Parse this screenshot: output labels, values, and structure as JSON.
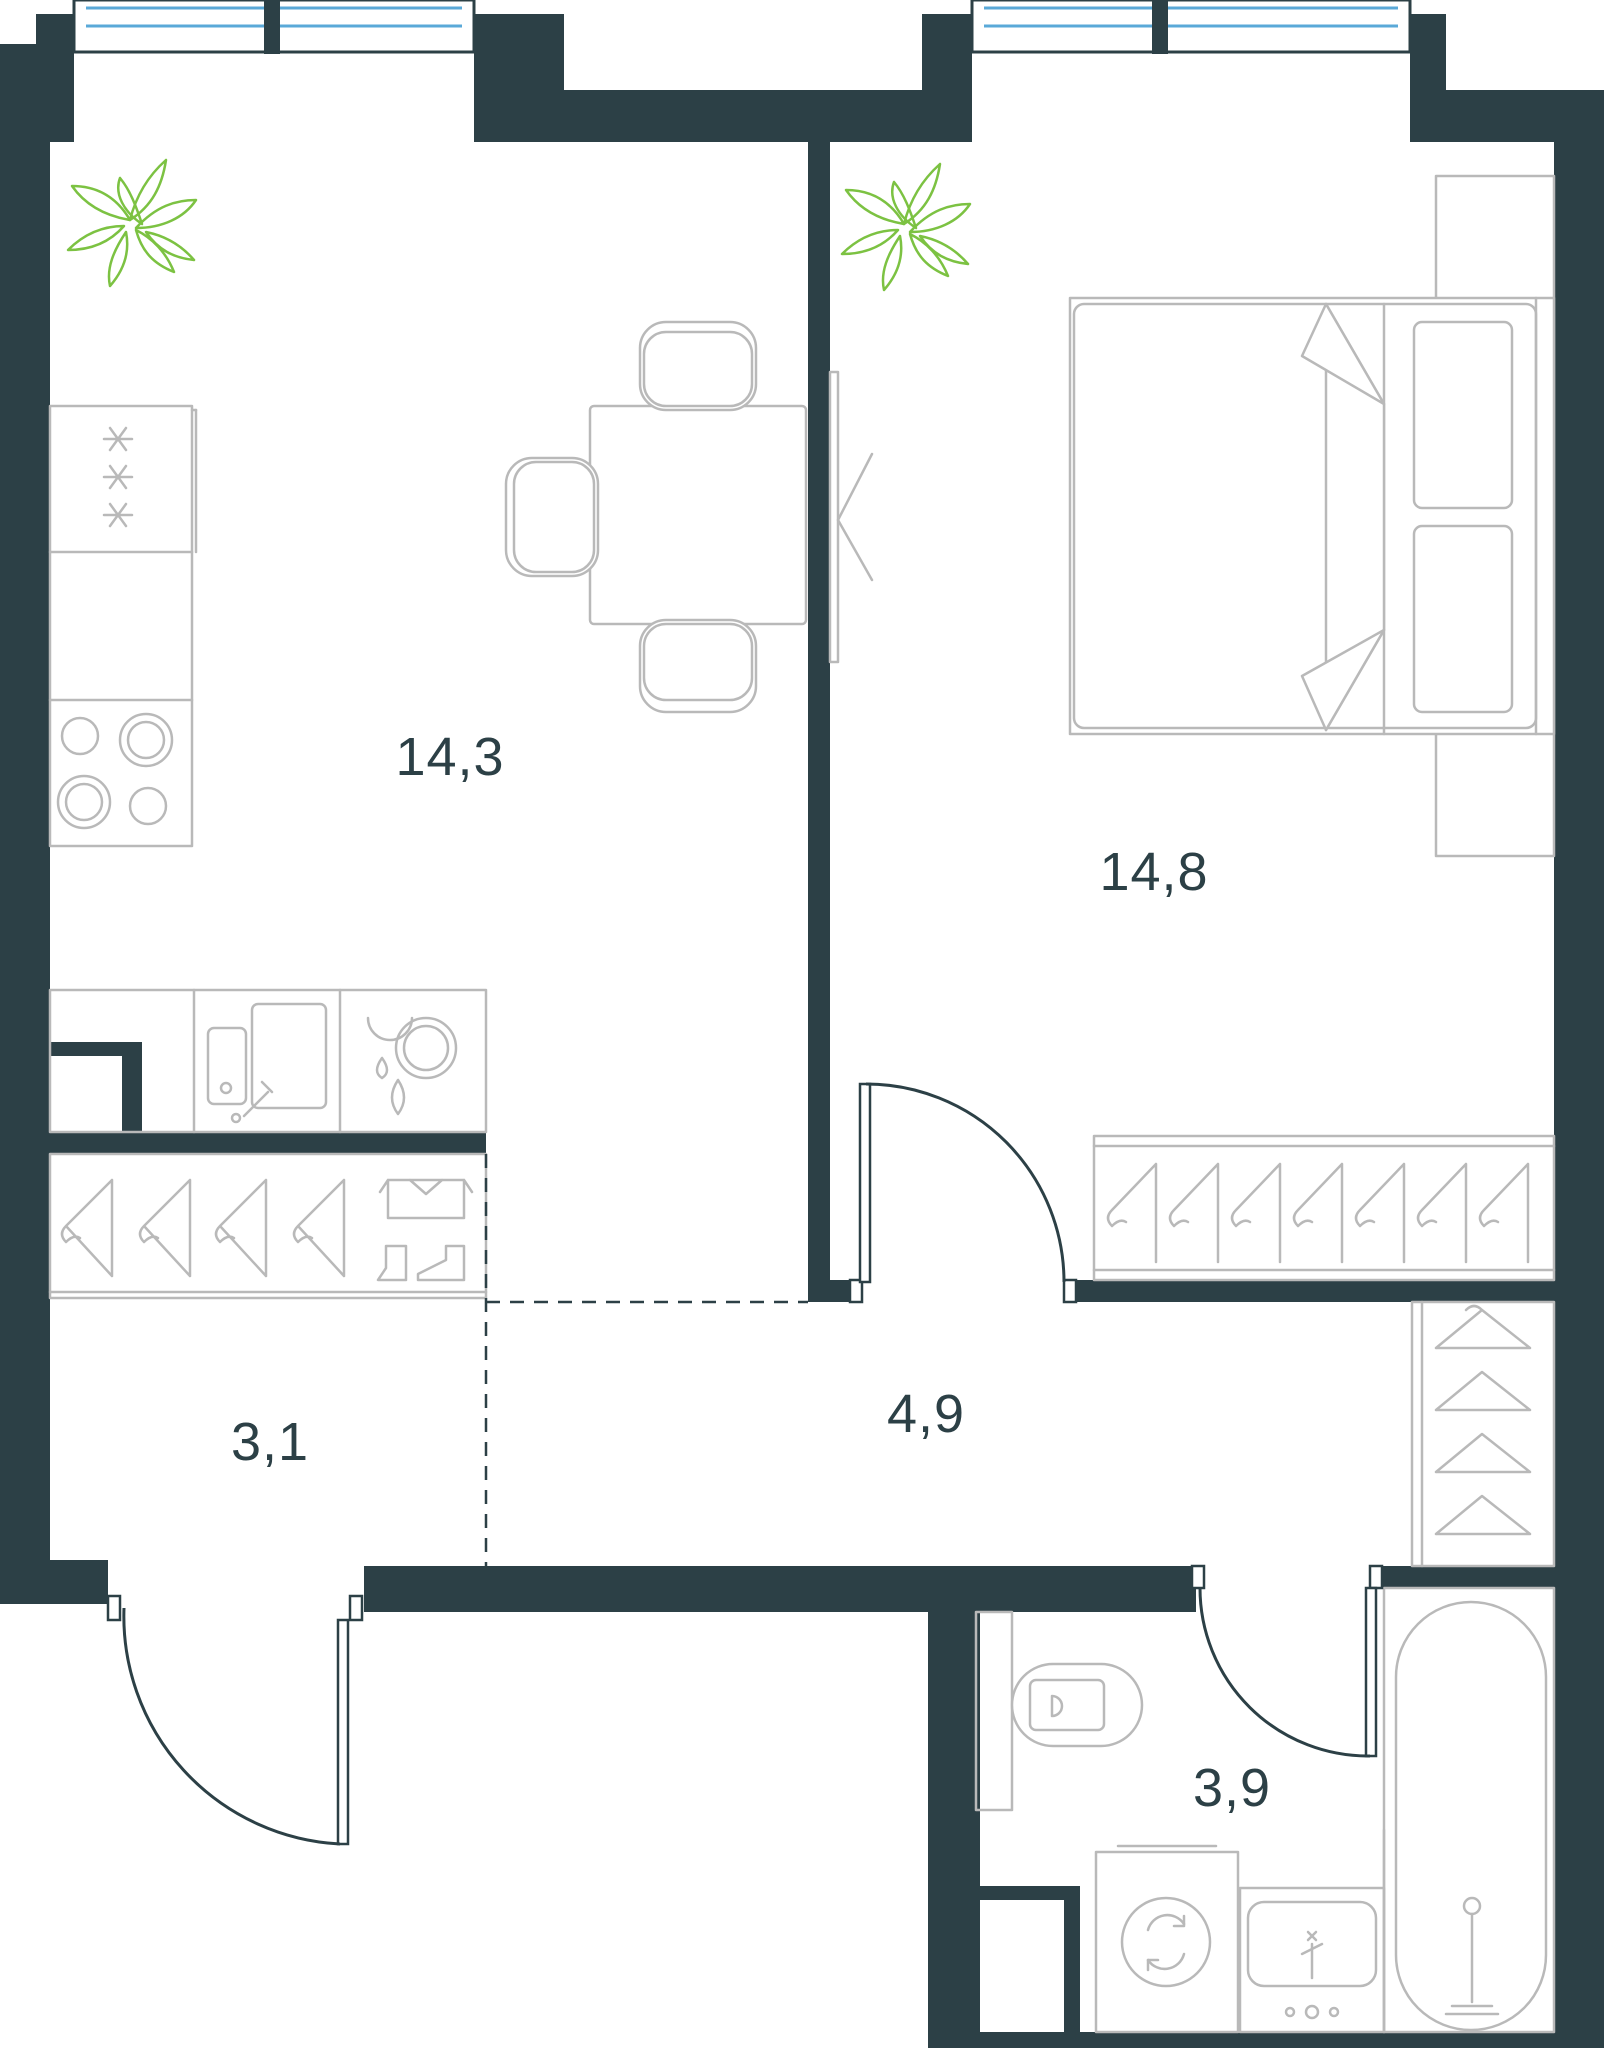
{
  "floorplan": {
    "rooms": [
      {
        "id": "kitchen-living",
        "area": "14,3"
      },
      {
        "id": "bedroom",
        "area": "14,8"
      },
      {
        "id": "entrance",
        "area": "3,1"
      },
      {
        "id": "hallway",
        "area": "4,9"
      },
      {
        "id": "bathroom",
        "area": "3,9"
      }
    ],
    "colors": {
      "wall": "#2c4046",
      "furniture": "#b9b9b9",
      "plant": "#7cc242",
      "window": "#5aa9d8"
    },
    "icons": [
      "plant-icon",
      "hanger-icon",
      "shoe-icon",
      "hob-icon",
      "sink-icon",
      "toilet-icon",
      "washer-icon",
      "bathtub-icon",
      "bed-icon",
      "chair-icon",
      "table-icon"
    ]
  }
}
